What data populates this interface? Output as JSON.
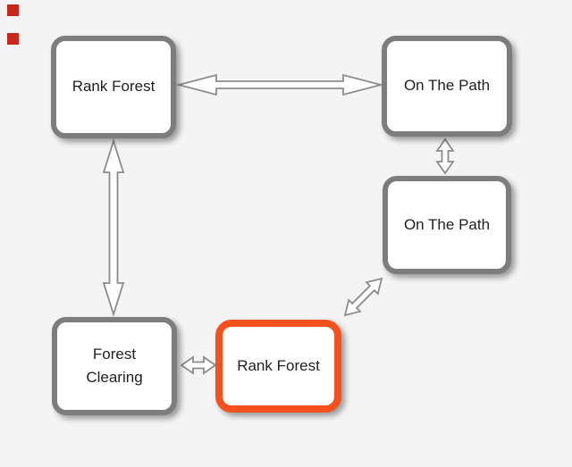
{
  "colors": {
    "background": "#f4f4f5",
    "node_fill": "#ffffff",
    "node_border": "#7d7d7d",
    "highlight_border": "#f4511e",
    "arrow_fill": "#ffffff",
    "arrow_outline": "#8c8c8c",
    "label_text": "#1f1f1f",
    "marker_red": "#c8271d"
  },
  "nodes": {
    "rank_forest_top": {
      "label": "Rank Forest",
      "highlighted": false
    },
    "on_the_path_top": {
      "label": "On The Path",
      "highlighted": false
    },
    "on_the_path_mid": {
      "label": "On The Path",
      "highlighted": false
    },
    "forest_clearing": {
      "label": "Forest Clearing",
      "highlighted": false
    },
    "rank_forest_current": {
      "label": "Rank Forest",
      "highlighted": true
    }
  },
  "edges": [
    {
      "from": "rank_forest_top",
      "to": "on_the_path_top",
      "type": "bidirectional"
    },
    {
      "from": "rank_forest_top",
      "to": "forest_clearing",
      "type": "bidirectional"
    },
    {
      "from": "on_the_path_top",
      "to": "on_the_path_mid",
      "type": "bidirectional"
    },
    {
      "from": "on_the_path_mid",
      "to": "rank_forest_current",
      "type": "bidirectional"
    },
    {
      "from": "forest_clearing",
      "to": "rank_forest_current",
      "type": "bidirectional"
    }
  ]
}
